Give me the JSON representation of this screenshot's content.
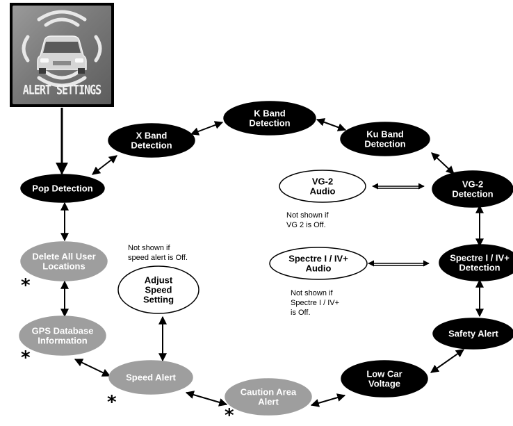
{
  "icon": {
    "caption": "ALERT SETTINGS",
    "name": "car-radar-icon"
  },
  "nodes": {
    "k_band": [
      "K Band",
      "Detection"
    ],
    "x_band": [
      "X Band",
      "Detection"
    ],
    "ku_band": [
      "Ku Band",
      "Detection"
    ],
    "pop": [
      "Pop Detection"
    ],
    "vg2_audio": [
      "VG-2",
      "Audio"
    ],
    "vg2_detection": [
      "VG-2",
      "Detection"
    ],
    "delete_locations": [
      "Delete All User",
      "Locations"
    ],
    "adjust_speed": [
      "Adjust",
      "Speed",
      "Setting"
    ],
    "spectre_audio": [
      "Spectre I / IV+",
      "Audio"
    ],
    "spectre_detection": [
      "Spectre I / IV+",
      "Detection"
    ],
    "gps_db": [
      "GPS Database",
      "Information"
    ],
    "safety": [
      "Safety Alert"
    ],
    "speed_alert": [
      "Speed Alert"
    ],
    "low_voltage": [
      "Low Car",
      "Voltage"
    ],
    "caution_area": [
      "Caution Area",
      "Alert"
    ]
  },
  "notes": {
    "vg2": [
      "Not shown if",
      "VG 2 is Off."
    ],
    "speed": [
      "Not shown if",
      "speed alert is Off."
    ],
    "spectre": [
      "Not shown if",
      "Spectre I / IV+",
      "is Off."
    ]
  },
  "star_symbol": "*",
  "colors": {
    "black_node": "#000000",
    "gray_node": "#9e9e9e",
    "white_node": "#ffffff",
    "icon_bg": "#7a7a7a"
  }
}
